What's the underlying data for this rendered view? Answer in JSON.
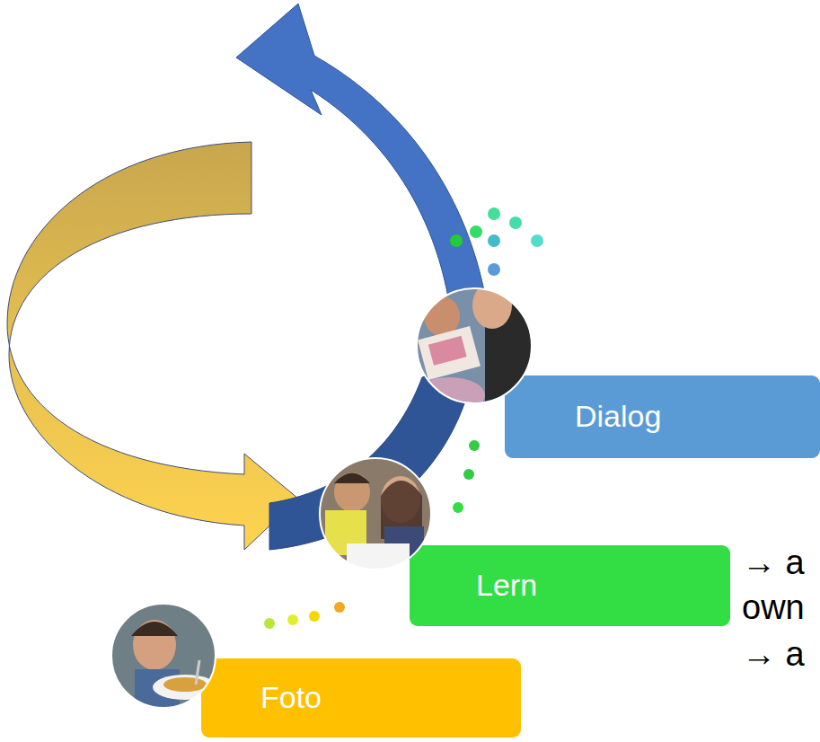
{
  "diagram": {
    "nodes": [
      {
        "text": [
          "Dialog"
        ]
      },
      {
        "text": [
          "Lern"
        ]
      },
      {
        "text": [
          "Foto"
        ]
      }
    ],
    "labels": [
      "→ a",
      "own",
      "→ a"
    ]
  }
}
